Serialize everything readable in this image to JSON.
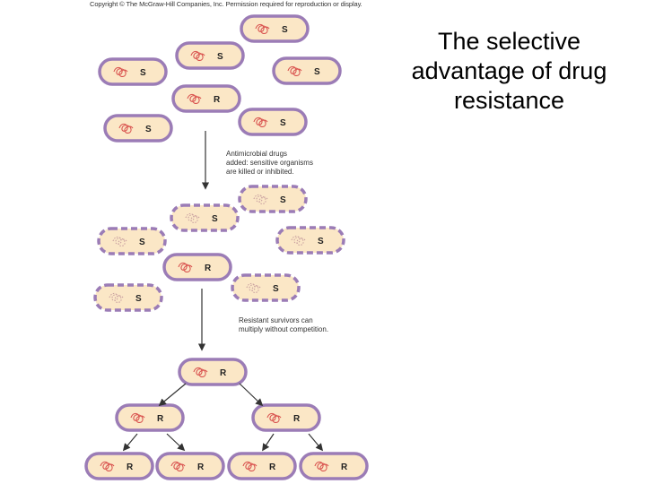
{
  "copyright": "Copyright © The McGraw-Hill Companies, Inc. Permission required for reproduction or display.",
  "title_lines": [
    "The selective",
    "advantage of drug",
    "resistance"
  ],
  "notes": {
    "step1": [
      "Antimicrobial drugs",
      "added: sensitive organisms",
      "are killed or inhibited."
    ],
    "step2": [
      "Resistant survivors can",
      "multiply without competition."
    ]
  },
  "colors": {
    "cell_fill": "#fbe7c6",
    "cell_border": "#9b7cb6",
    "dna": "#d9534f",
    "arrow": "#333333"
  },
  "stage1": [
    {
      "label": "S"
    },
    {
      "label": "S"
    },
    {
      "label": "S"
    },
    {
      "label": "S"
    },
    {
      "label": "R"
    },
    {
      "label": "S"
    },
    {
      "label": "S"
    }
  ],
  "stage2": [
    {
      "label": "S"
    },
    {
      "label": "S"
    },
    {
      "label": "S"
    },
    {
      "label": "S"
    },
    {
      "label": "R"
    },
    {
      "label": "S"
    },
    {
      "label": "S"
    }
  ],
  "stage3": [
    {
      "label": "R"
    },
    {
      "label": "R"
    },
    {
      "label": "R"
    },
    {
      "label": "R"
    },
    {
      "label": "R"
    },
    {
      "label": "R"
    },
    {
      "label": "R"
    }
  ]
}
